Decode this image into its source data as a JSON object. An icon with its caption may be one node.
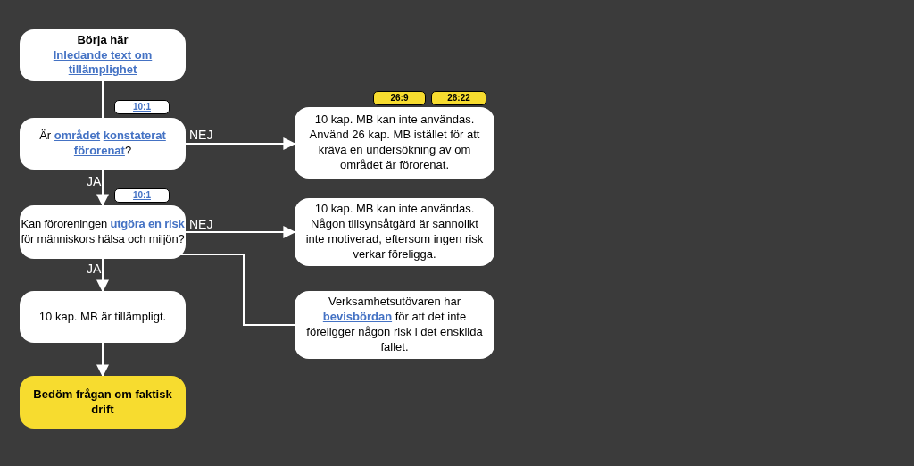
{
  "diagram": {
    "nodes": [
      {
        "text": [
          "Börja här",
          "Inledande text om tillämplighet"
        ]
      },
      {
        "text": [
          "Är *området* *konstaterat* *förorenat*?"
        ]
      },
      {
        "text": [
          "10 kap. MB kan inte användas. Använd 26 kap. MB istället för att kräva en undersökning av om området är förorenat."
        ]
      },
      {
        "text": [
          "Kan föroreningen *utgöra en risk* för människors hälsa och miljön?"
        ]
      },
      {
        "text": [
          "10 kap. MB kan inte användas. Någon tillsynsåtgärd är sannolikt inte motiverad, eftersom ingen risk verkar föreligga."
        ]
      },
      {
        "text": [
          "10 kap. MB är tillämpligt."
        ]
      },
      {
        "text": [
          "Verksamhetsutövaren har *bevisbördan* för att det inte föreligger någon risk i det enskilda fallet."
        ]
      },
      {
        "text": [
          "Bedöm frågan om faktisk drift"
        ]
      },
      {
        "text": [
          "10:1"
        ]
      },
      {
        "text": [
          "10:1"
        ]
      },
      {
        "text": [
          "26:9"
        ]
      },
      {
        "text": [
          "26:22"
        ]
      }
    ],
    "edges": [
      {
        "from": 0,
        "to": 1,
        "arrow": "none"
      },
      {
        "from": 1,
        "to": 2,
        "arrow": "to",
        "label": "NEJ"
      },
      {
        "from": 1,
        "to": 3,
        "arrow": "to",
        "label": "JA"
      },
      {
        "from": 3,
        "to": 4,
        "arrow": "to",
        "label": "NEJ"
      },
      {
        "from": 3,
        "to": 5,
        "arrow": "to",
        "label": "JA"
      },
      {
        "from": 3,
        "to": 6,
        "arrow": "none"
      },
      {
        "from": 5,
        "to": 7,
        "arrow": "to"
      }
    ]
  }
}
